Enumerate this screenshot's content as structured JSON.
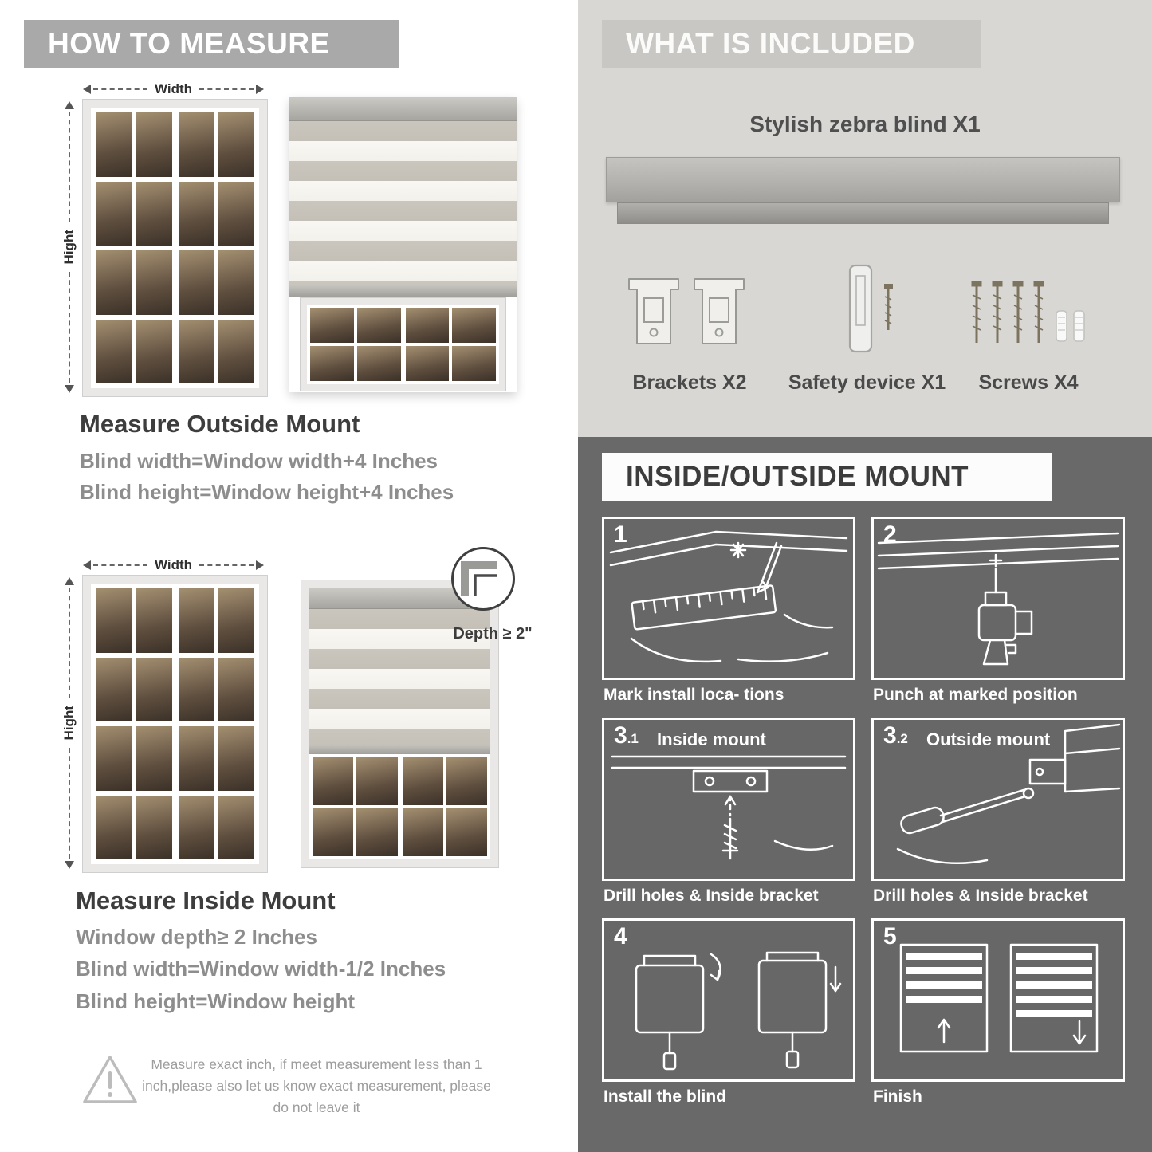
{
  "palette": {
    "banner_gray": "#a9a9a9",
    "included_bg": "#d8d7d4",
    "included_banner": "#c8c7c4",
    "mount_bg": "#696969",
    "heading_text": "#3d3d3d",
    "body_text": "#8d8d8d",
    "stripe_gray": "#c6c2b9"
  },
  "measure": {
    "banner": "HOW TO MEASURE",
    "width_label": "Width",
    "height_label": "Hight",
    "outside": {
      "heading": "Measure Outside Mount",
      "lines": [
        "Blind width=Window width+4 Inches",
        "Blind height=Window height+4 Inches"
      ]
    },
    "inside": {
      "heading": "Measure Inside Mount",
      "depth_callout": "Depth ≥ 2\"",
      "lines": [
        "Window depth≥ 2 Inches",
        "Blind width=Window width-1/2 Inches",
        "Blind height=Window height"
      ]
    },
    "warning": "Measure exact inch, if meet measurement less than 1 inch,please also let us know exact measurement, please do not leave it"
  },
  "included": {
    "banner": "WHAT IS INCLUDED",
    "product": "Stylish zebra blind X1",
    "items": [
      {
        "label": "Brackets X2"
      },
      {
        "label": "Safety device X1"
      },
      {
        "label": "Screws X4"
      }
    ]
  },
  "mount": {
    "banner": "INSIDE/OUTSIDE MOUNT",
    "steps": [
      {
        "num": "1",
        "caption": "Mark install loca- tions"
      },
      {
        "num": "2",
        "caption": "Punch at  marked position"
      },
      {
        "num": "3",
        "sub": ".1",
        "title": "Inside mount",
        "caption": "Drill holes &  Inside bracket"
      },
      {
        "num": "3",
        "sub": ".2",
        "title": "Outside mount",
        "caption": "Drill holes &  Inside bracket"
      },
      {
        "num": "4",
        "caption": "Install the blind"
      },
      {
        "num": "5",
        "caption": "Finish"
      }
    ]
  }
}
